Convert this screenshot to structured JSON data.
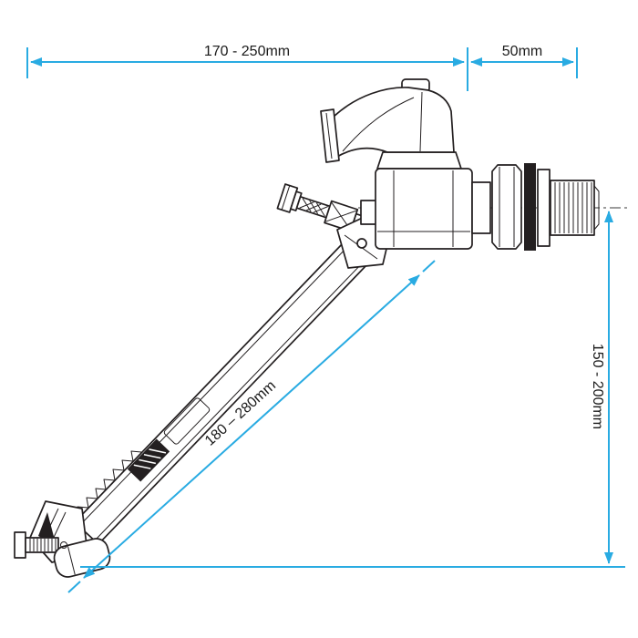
{
  "diagram": {
    "subject": "adjustable-inlet-float-valve-assembly",
    "colors": {
      "outline": "#231F20",
      "dimension_lines": "#29ABE2",
      "dimension_text": "#1A1A1A",
      "background": "#FFFFFF"
    },
    "dimensions": {
      "overall_width": "170 - 250mm",
      "tail_length": "50mm",
      "arm_length": "180 – 280mm",
      "overall_height": "150 - 200mm"
    }
  }
}
